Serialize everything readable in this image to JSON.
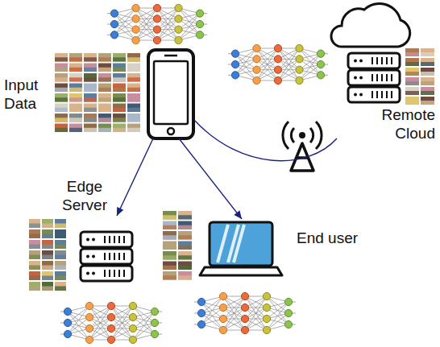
{
  "diagram": {
    "nodes": [
      {
        "text": [
          "Input Data"
        ]
      },
      {
        "text": [
          "Remote Cloud"
        ]
      },
      {
        "text": [
          "Edge Server"
        ]
      },
      {
        "text": [
          "End user"
        ]
      }
    ],
    "edges": [
      {
        "from": 0,
        "to": 2,
        "arrow": "to"
      },
      {
        "from": 0,
        "to": 3,
        "arrow": "to"
      },
      {
        "from": 0,
        "to": 1,
        "arrow": "none"
      }
    ]
  }
}
